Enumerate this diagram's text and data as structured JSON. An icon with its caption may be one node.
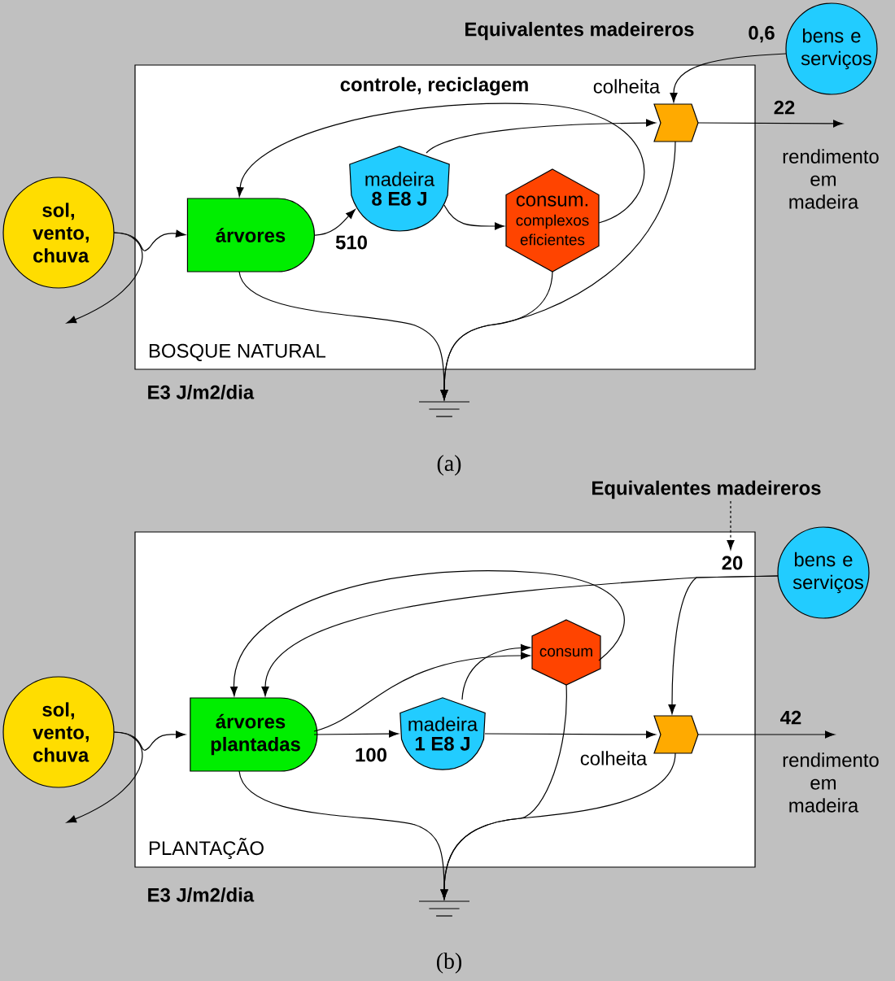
{
  "diagram": {
    "nodes": [
      {
        "text": [
          "BOSQUE NATURAL"
        ]
      },
      {
        "text": [
          "sol, vento, chuva"
        ]
      },
      {
        "text": [
          "árvores"
        ],
        "in": 0
      },
      {
        "text": [
          "madeira",
          "8 E8 J"
        ],
        "in": 0
      },
      {
        "text": [
          "consum.",
          "complexos eficientes"
        ],
        "in": 0
      },
      {
        "text": [],
        "shape": "chevron",
        "beside": [
          "colheita"
        ],
        "in": 0
      },
      {
        "text": [
          "bens e serviços"
        ]
      },
      {
        "text": [],
        "shape": "ground"
      },
      {
        "text": [
          "Equivalentes madeireros"
        ]
      },
      {
        "text": [
          "PLANTAÇÃO"
        ]
      },
      {
        "text": [
          "20"
        ],
        "in": 9
      },
      {
        "text": [
          "sol, vento, chuva"
        ]
      },
      {
        "text": [
          "árvores plantadas"
        ],
        "in": 9
      },
      {
        "text": [
          "madeira",
          "1 E8 J"
        ],
        "in": 9
      },
      {
        "text": [
          "consum"
        ],
        "in": 9
      },
      {
        "text": [],
        "shape": "chevron",
        "beside": [
          "colheita"
        ],
        "in": 9
      },
      {
        "text": [
          "bens e serviços"
        ]
      },
      {
        "text": [],
        "shape": "ground"
      },
      {
        "text": [
          "rendimento em madeira"
        ]
      },
      {
        "text": [
          "rendimento em madeira"
        ]
      }
    ],
    "edges": [
      {
        "from": 1,
        "to": 2,
        "arrow": "to"
      },
      {
        "from": 1,
        "to": null,
        "arrow": "to"
      },
      {
        "from": 2,
        "to": 3,
        "arrow": "to",
        "label": "510"
      },
      {
        "from": 3,
        "to": 4,
        "arrow": "to"
      },
      {
        "from": 3,
        "to": 5,
        "arrow": "to"
      },
      {
        "from": 4,
        "to": 2,
        "arrow": "to",
        "label": "controle, reciclagem"
      },
      {
        "from": 6,
        "to": 5,
        "arrow": "to",
        "label": "0,6"
      },
      {
        "from": 5,
        "to": 18,
        "arrow": "to",
        "label": "22"
      },
      {
        "from": 2,
        "to": 7,
        "arrow": "to"
      },
      {
        "from": 4,
        "to": 7,
        "arrow": "to"
      },
      {
        "from": 5,
        "to": 7,
        "arrow": "to"
      },
      {
        "from": 8,
        "to": 10,
        "arrow": "to",
        "style": "dashed"
      },
      {
        "from": 11,
        "to": 12,
        "arrow": "to"
      },
      {
        "from": 11,
        "to": null,
        "arrow": "to"
      },
      {
        "from": 12,
        "to": 13,
        "arrow": "to",
        "label": "100"
      },
      {
        "from": 12,
        "to": 14,
        "arrow": "to"
      },
      {
        "from": 13,
        "to": 14,
        "arrow": "to"
      },
      {
        "from": 13,
        "to": 15,
        "arrow": "to"
      },
      {
        "from": 14,
        "to": 12,
        "arrow": "to"
      },
      {
        "from": 16,
        "to": 12,
        "arrow": "to"
      },
      {
        "from": 16,
        "to": 15,
        "arrow": "to"
      },
      {
        "from": 15,
        "to": 19,
        "arrow": "to",
        "label": "42"
      },
      {
        "from": 12,
        "to": 17,
        "arrow": "to"
      },
      {
        "from": 14,
        "to": 17,
        "arrow": "to"
      },
      {
        "from": 15,
        "to": 17,
        "arrow": "to"
      }
    ],
    "labels": [
      "Equivalentes madeireros",
      "E3 J/m2/dia",
      "(a)",
      "E3 J/m2/dia",
      "(b)"
    ]
  }
}
